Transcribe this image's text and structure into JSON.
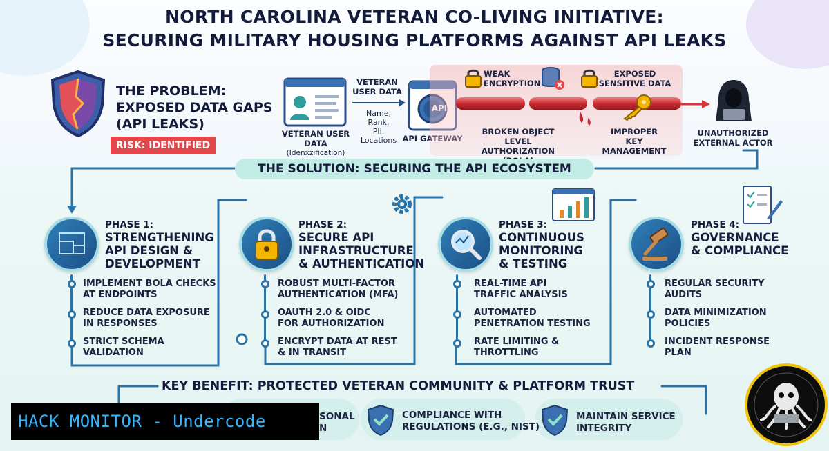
{
  "title": {
    "line1": "North Carolina Veteran Co-Living Initiative:",
    "line2": "Securing Military Housing Platforms Against API Leaks"
  },
  "problem": {
    "title_line1": "The Problem:",
    "title_line2": "Exposed Data Gaps",
    "title_line3": "(API Leaks)",
    "risk": "RISK: IDENTIFIED"
  },
  "flow": {
    "veteran_data_line1": "VETERAN",
    "veteran_data_line2": "USER DATA",
    "fields_line1": "Name,",
    "fields_line2": "Rank,",
    "fields_line3": "PII,",
    "fields_line4": "Locations",
    "user_data_label": "VETERAN USER DATA",
    "user_data_sub": "(Idenxzification)",
    "gateway_label": "API GATEWAY",
    "gateway_icon_text": "API",
    "weak_enc_line1": "WEAK",
    "weak_enc_line2": "ENCRYPTION",
    "exposed_line1": "EXPOSED",
    "exposed_line2": "SENSITIVE DATA",
    "bola_line1": "BROKEN OBJECT LEVEL",
    "bola_line2": "AUTHORIZATION (BOLA)",
    "key_line1": "IMPROPER",
    "key_line2": "KEY MANAGEMENT",
    "actor_line1": "UNAUTHORIZED",
    "actor_line2": "EXTERNAL ACTOR"
  },
  "solution_banner": "THE SOLUTION: SECURING THE API ECOSYSTEM",
  "phases": [
    {
      "kicker": "PHASE 1:",
      "name_line1": "STRENGTHENING",
      "name_line2": "API DESIGN &",
      "name_line3": "DEVELOPMENT",
      "items": [
        {
          "l1": "Implement BOLA checks",
          "l2": "at endpoints"
        },
        {
          "l1": "Reduce data exposure",
          "l2": "in responses"
        },
        {
          "l1": "Strict schema",
          "l2": "validation"
        }
      ]
    },
    {
      "kicker": "PHASE 2:",
      "name_line1": "SECURE API",
      "name_line2": "INFRASTRUCTURE",
      "name_line3": "& AUTHENTICATION",
      "items": [
        {
          "l1": "Robust Multi-Factor",
          "l2": "Authentication (MFA)"
        },
        {
          "l1": "OAuth 2.0 & OIDC",
          "l2": "for Authorization"
        },
        {
          "l1": "Encrypt data at rest",
          "l2": "& in transit"
        }
      ]
    },
    {
      "kicker": "PHASE 3:",
      "name_line1": "CONTINUOUS",
      "name_line2": "MONITORING",
      "name_line3": "& TESTING",
      "items": [
        {
          "l1": "Real-time API",
          "l2": "traffic analysis"
        },
        {
          "l1": "Automated",
          "l2": "penetration testing"
        },
        {
          "l1": "Rate limiting &",
          "l2": "throttling"
        }
      ]
    },
    {
      "kicker": "PHASE 4:",
      "name_line1": "GOVERNANCE",
      "name_line2": "& COMPLIANCE",
      "name_line3": "",
      "items": [
        {
          "l1": "Regular security",
          "l2": "audits"
        },
        {
          "l1": "Data minimization",
          "l2": "policies"
        },
        {
          "l1": "Incident response",
          "l2": "plan"
        }
      ]
    }
  ],
  "benefit": {
    "title": "KEY BENEFIT: PROTECTED VETERAN COMMUNITY & PLATFORM TRUST",
    "b1_line1": "SONAL",
    "b1_line2": "N",
    "b2_line1": "Compliance with",
    "b2_line2": "regulations (e.g., NIST)",
    "b3_line1": "Maintain service",
    "b3_line2": "integrity"
  },
  "overlay": {
    "banner": "HACK MONITOR - Undercode"
  },
  "colors": {
    "navy": "#141a3a",
    "risk_red": "#e4474b",
    "teal_banner": "#c4ece6",
    "phase_blue": "#2a73a6",
    "overlay_text": "#35b6ff"
  }
}
